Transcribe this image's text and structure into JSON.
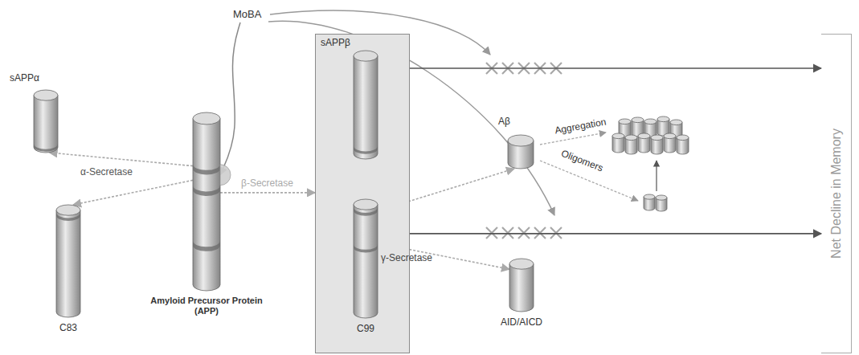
{
  "diagram": {
    "nodes": [
      {
        "text": [
          "MoBA"
        ]
      },
      {
        "text": [
          "sAPPα"
        ]
      },
      {
        "text": [
          "C83"
        ]
      },
      {
        "text": [
          "Amyloid Precursor Protein (APP)"
        ]
      },
      {
        "text": [
          "sAPPβ"
        ]
      },
      {
        "text": [
          "C99"
        ],
        "in": 4
      },
      {
        "text": [
          "Aβ"
        ]
      },
      {
        "text": [
          "AID/AICD"
        ]
      },
      {
        "text": [
          "Net Decline in Memory"
        ]
      }
    ],
    "edges": [
      {
        "from": 0,
        "to": 3,
        "arrow": "to"
      },
      {
        "from": 3,
        "to": 1,
        "label": "α-Secretase",
        "arrow": "to"
      },
      {
        "from": 3,
        "to": 2,
        "arrow": "to"
      },
      {
        "from": 3,
        "to": 4,
        "label": "β-Secretase",
        "arrow": "to"
      },
      {
        "from": 5,
        "to": 6,
        "arrow": "to"
      },
      {
        "from": 5,
        "to": 7,
        "label": "γ-Secretase",
        "arrow": "to"
      },
      {
        "from": 4,
        "to": 8,
        "arrow": "to"
      },
      {
        "from": 5,
        "to": 8,
        "arrow": "to"
      }
    ],
    "labels": [
      "Aggregation",
      "Oligomers"
    ]
  }
}
